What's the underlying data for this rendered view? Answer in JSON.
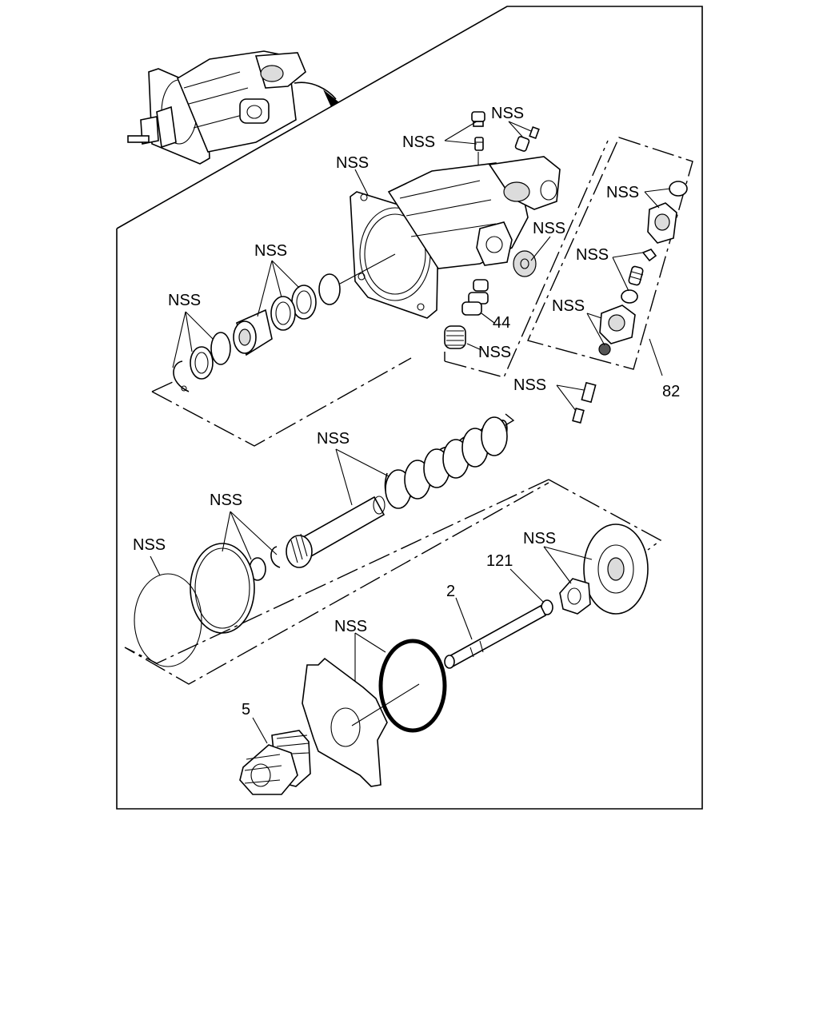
{
  "callouts": {
    "nss_small_fittings": "NSS",
    "nss_fitting_right": "NSS",
    "nss_housing": "NSS",
    "nss_valve_cover": "NSS",
    "nss_kit_oring": "NSS",
    "nss_kit_spring": "NSS",
    "nss_kit_fitting": "NSS",
    "nss_screws": "NSS",
    "nss_piston_seals": "NSS",
    "nss_snap_ring": "NSS",
    "nss_spring_lower": "NSS",
    "nss_return_spring": "NSS",
    "nss_rod_seals": "NSS",
    "nss_large_ring": "NSS",
    "nss_nut_plate": "NSS",
    "nss_gasket": "NSS"
  },
  "part_numbers": {
    "valve": "44",
    "valve_kit": "82",
    "washer": "121",
    "push_rod": "2",
    "boot": "5"
  }
}
